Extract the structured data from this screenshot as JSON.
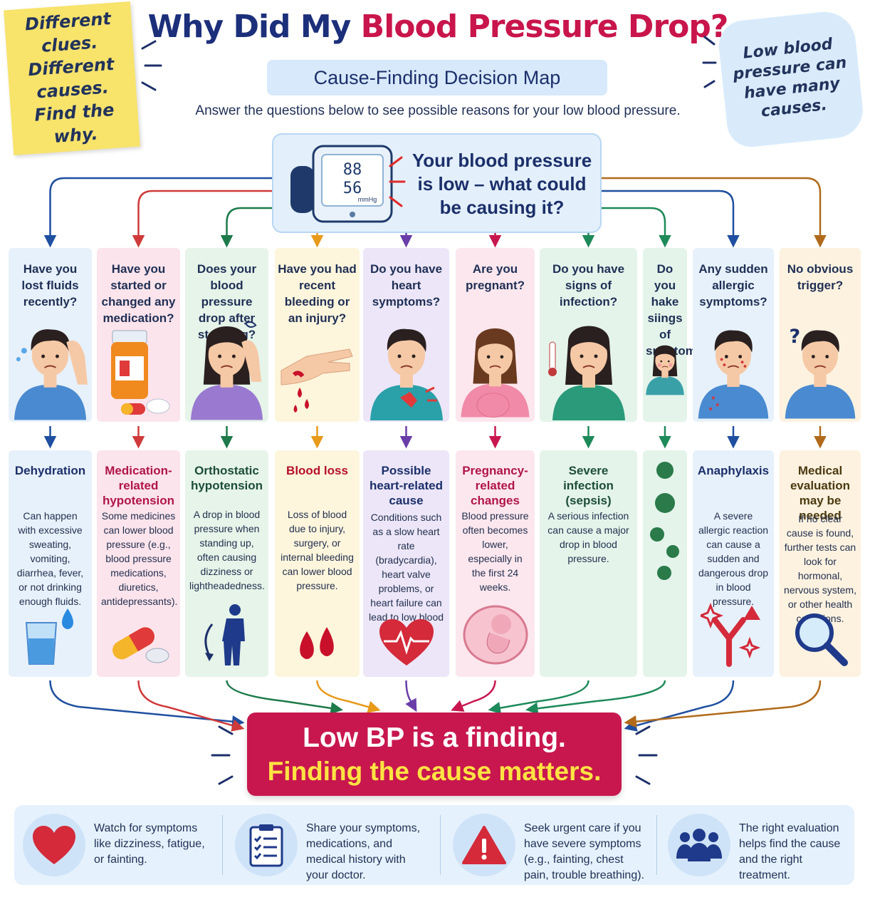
{
  "header": {
    "sticky_note": "Different clues. Different causes. Find the why.",
    "title_part1": "Why Did My",
    "title_part2": "Blood Pressure Drop?",
    "subtitle": "Cause-Finding Decision Map",
    "instructions": "Answer the questions below to see possible reasons for your low blood pressure.",
    "cloud_note": "Low blood pressure can have many causes."
  },
  "center": {
    "monitor_top": "88",
    "monitor_bottom": "56",
    "monitor_unit": "mmHg",
    "question": "Your blood pressure is low – what could be causing it?"
  },
  "columns": [
    {
      "question": "Have you lost fluids recently?",
      "answer_title": "Dehydration",
      "answer_body": "Can happen with excessive sweating, vomiting, diarrhea, fever, or not drinking enough fluids.",
      "bg": "#e7f1fb",
      "accent": "#1c2f6a",
      "arrow": "#1f4fa0",
      "illus": "person-sweating",
      "icon": "water-glass-icon"
    },
    {
      "question": "Have you started or changed any medication?",
      "answer_title": "Medication-related hypotension",
      "answer_body": "Some medicines can lower blood pressure (e.g., blood pressure medications, diuretics, antidepressants).",
      "bg": "#fce4ec",
      "accent": "#b0154a",
      "arrow": "#d03a3a",
      "illus": "pill-bottle",
      "icon": "capsule-icon"
    },
    {
      "question": "Does your blood pressure drop after standing?",
      "answer_title": "Orthostatic hypotension",
      "answer_body": "A drop in blood pressure when standing up, often causing dizziness or lightheadedness.",
      "bg": "#e6f4e9",
      "accent": "#1d4d3a",
      "arrow": "#1e7a4a",
      "illus": "dizzy-woman",
      "icon": "standing-person-icon"
    },
    {
      "question": "Have you had recent bleeding or an injury?",
      "answer_title": "Blood loss",
      "answer_body": "Loss of blood due to injury, surgery, or internal bleeding can lower blood pressure.",
      "bg": "#fdf5dc",
      "accent": "#b5102a",
      "arrow": "#e89a1a",
      "illus": "bleeding-hand",
      "icon": "blood-drops-icon"
    },
    {
      "question": "Do you have heart symptoms?",
      "answer_title": "Possible heart-related cause",
      "answer_body": "Conditions such as a slow heart rate (bradycardia), heart valve problems, or heart failure can lead to low blood pressure.",
      "bg": "#ece6f8",
      "accent": "#1c2f6a",
      "arrow": "#6a3ea8",
      "illus": "chest-pain-man",
      "icon": "heart-pulse-icon"
    },
    {
      "question": "Are you pregnant?",
      "answer_title": "Pregnancy-related changes",
      "answer_body": "Blood pressure often becomes lower, especially in the first 24 weeks.",
      "bg": "#fce7ee",
      "accent": "#b0154a",
      "arrow": "#c8174f",
      "illus": "pregnant-woman",
      "icon": "fetus-icon"
    },
    {
      "question": "Do you have signs of infection?",
      "answer_title": "Severe infection (sepsis)",
      "answer_body": "A serious infection can cause a major drop in blood pressure.",
      "bg": "#e4f4ea",
      "accent": "#1d4d3a",
      "arrow": "#1e8a5a",
      "illus": "feverish-woman",
      "icon": ""
    },
    {
      "question": "Do you hake siings of sneptoms?",
      "answer_title": "",
      "answer_body": "",
      "bg": "#e4f4ea",
      "accent": "#1d4d3a",
      "arrow": "#1e8a5a",
      "illus": "sick-woman",
      "icon": "virus-icon"
    },
    {
      "question": "Any sudden allergic symptoms?",
      "answer_title": "Anaphylaxis",
      "answer_body": "A severe allergic reaction can cause a sudden and dangerous drop in blood pressure.",
      "bg": "#e7f1fb",
      "accent": "#1c2f6a",
      "arrow": "#1f4fa0",
      "illus": "allergic-man",
      "icon": "antibody-icon"
    },
    {
      "question": "No obvious trigger?",
      "answer_title": "Medical evaluation may be needed",
      "answer_body": "If no clear cause is found, further tests can look for hormonal, nervous system, or other health conditions.",
      "bg": "#fdf2e0",
      "accent": "#4a3a10",
      "arrow": "#b06a1a",
      "illus": "thinking-man",
      "icon": "magnifier-icon"
    }
  ],
  "banner": {
    "line1": "Low BP is a finding.",
    "line2": "Finding the cause matters."
  },
  "footer": {
    "tips": [
      {
        "text": "Watch for symptoms like dizziness, fatigue, or fainting.",
        "icon": "heart-icon"
      },
      {
        "text": "Share your symptoms, medications, and medical history with your doctor.",
        "icon": "checklist-icon"
      },
      {
        "text": "Seek urgent care if you have severe symptoms (e.g., fainting, chest pain, trouble breathing).",
        "icon": "warning-icon"
      },
      {
        "text": "The right evaluation helps find the cause and the right treatment.",
        "icon": "people-icon"
      }
    ]
  },
  "colors": {
    "title_navy": "#1c2f7a",
    "title_red": "#c8154b",
    "banner_red": "#c8174f",
    "banner_yellow": "#ffe342"
  }
}
